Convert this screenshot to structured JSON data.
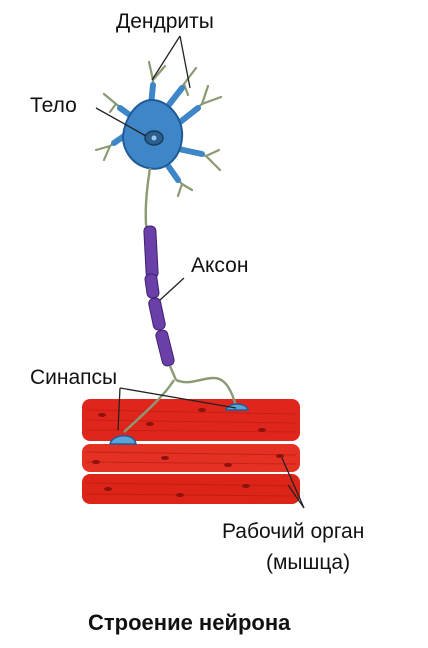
{
  "diagram": {
    "labels": {
      "dendrites": "Дендриты",
      "body": "Тело",
      "axon": "Аксон",
      "synapses": "Синапсы",
      "organ_line1": "Рабочий орган",
      "organ_line2": "(мышца)"
    },
    "caption": "Строение нейрона"
  },
  "colors": {
    "neuron_body": "#3f86c8",
    "neuron_body_dark": "#1f5b97",
    "nucleus": "#2a5f8f",
    "axon_fiber": "#8a9a72",
    "myelin": "#6b3fa8",
    "muscle": "#e0261c",
    "muscle_dark": "#9e140f",
    "synapse": "#5aa5d6"
  }
}
